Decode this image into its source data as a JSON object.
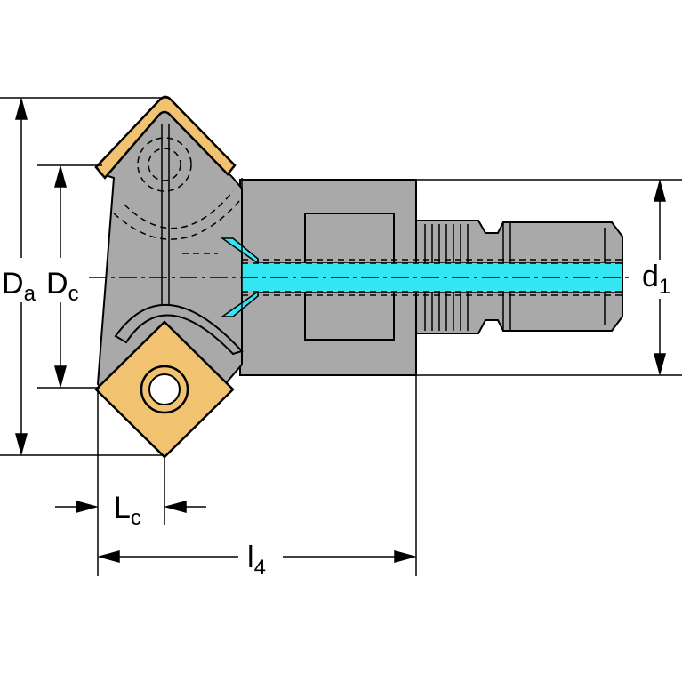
{
  "labels": {
    "Da": {
      "main": "D",
      "sub": "a"
    },
    "Dc": {
      "main": "D",
      "sub": "c"
    },
    "d1": {
      "main": "d",
      "sub": "1"
    },
    "Lc": {
      "main": "L",
      "sub": "c"
    },
    "l4": {
      "main": "l",
      "sub": "4"
    }
  },
  "colors": {
    "body": "#a9a9a9",
    "insert": "#f1c370",
    "coolant": "#33e6f2",
    "line": "#000000"
  }
}
